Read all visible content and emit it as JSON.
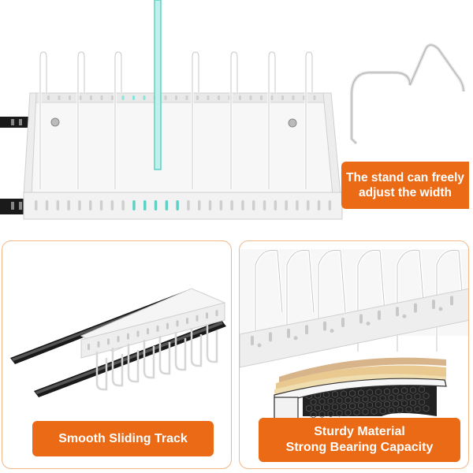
{
  "hero": {
    "caption_line1": "The stand can freely",
    "caption_line2": "adjust the width",
    "accent_color": "#ea6a15"
  },
  "left_panel": {
    "caption": "Smooth Sliding Track"
  },
  "right_panel": {
    "caption_line1": "Sturdy Material",
    "caption_line2": "Strong Bearing Capacity"
  },
  "colors": {
    "badge": "#ea6a15",
    "panel_border": "#f2b889",
    "rack": "#f4f4f4",
    "rail": "#1a1a1a",
    "glass": "#5fd0c4"
  }
}
